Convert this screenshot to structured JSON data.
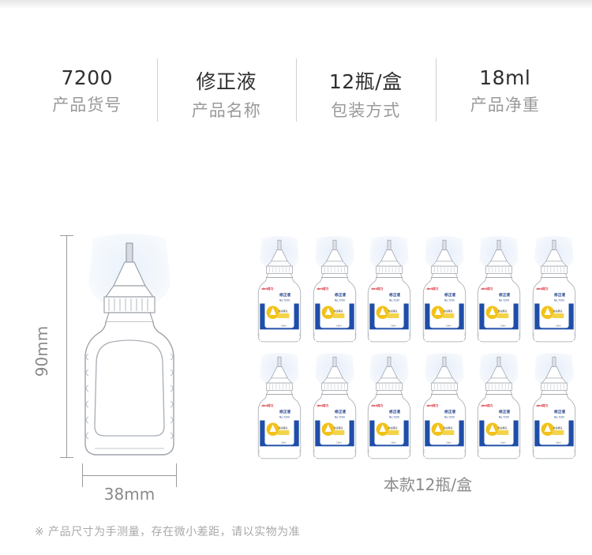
{
  "specs": [
    {
      "value": "7200",
      "label": "产品货号"
    },
    {
      "value": "修正液",
      "label": "产品名称"
    },
    {
      "value": "12瓶/盒",
      "label": "包装方式"
    },
    {
      "value": "18ml",
      "label": "产品净重"
    }
  ],
  "dimensions": {
    "height": "90mm",
    "width": "38mm"
  },
  "product_label": {
    "brand": "deli得力",
    "name": "修正液",
    "model": "No.7200",
    "feature": "快速覆盖",
    "volume": "18ml"
  },
  "caption": "本款12瓶/盒",
  "note": "※ 产品尺寸为手测量，存在微小差距，请以实物为准"
}
